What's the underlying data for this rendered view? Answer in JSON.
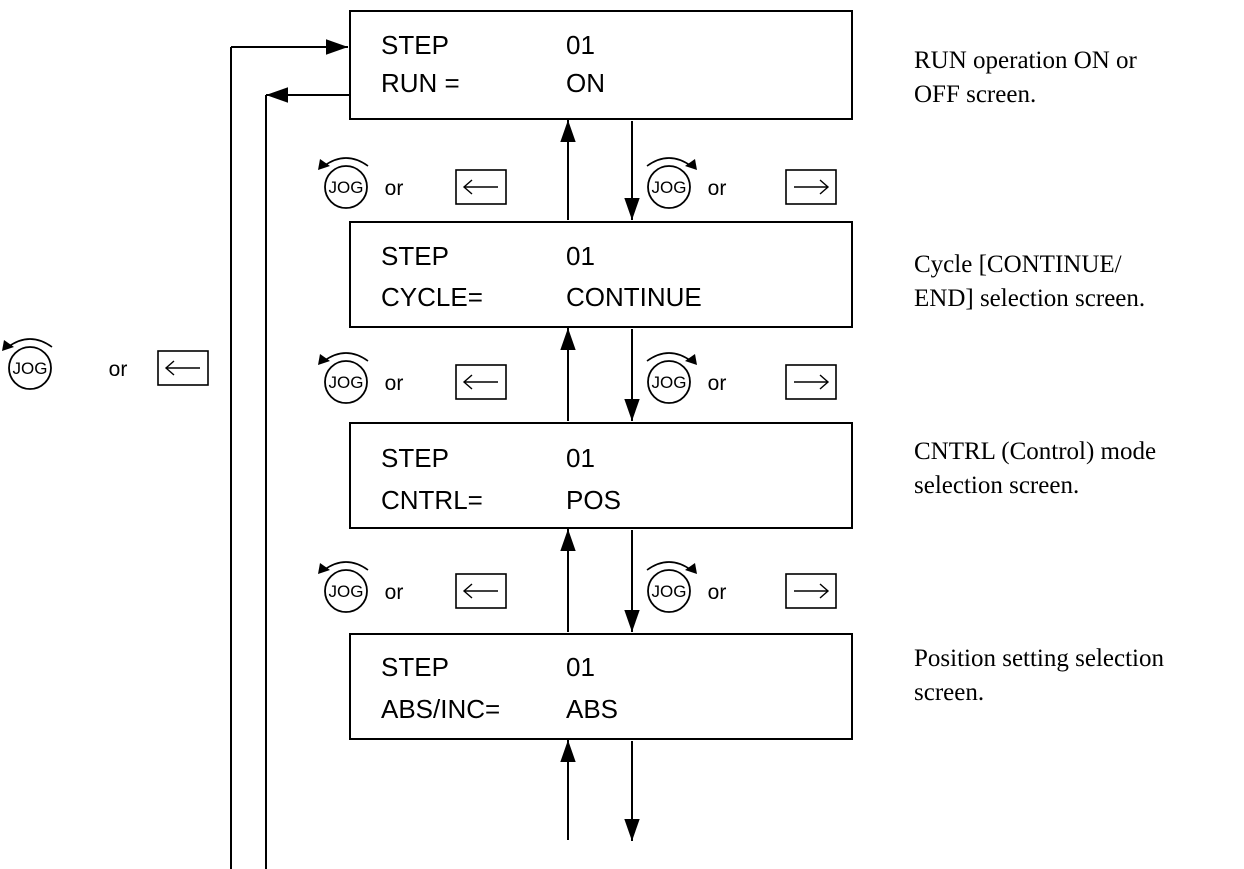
{
  "screens": [
    {
      "label1": "STEP",
      "value1": "01",
      "label2": "RUN =",
      "value2": "ON",
      "caption": [
        "RUN operation ON or",
        "OFF screen."
      ]
    },
    {
      "label1": "STEP",
      "value1": "01",
      "label2": "CYCLE=",
      "value2": "CONTINUE",
      "caption": [
        "Cycle [CONTINUE/",
        "END] selection screen."
      ]
    },
    {
      "label1": "STEP",
      "value1": "01",
      "label2": "CNTRL=",
      "value2": "POS",
      "caption": [
        "CNTRL (Control) mode",
        "selection screen."
      ]
    },
    {
      "label1": "STEP",
      "value1": "01",
      "label2": "ABS/INC=",
      "value2": "ABS",
      "caption": [
        "Position setting selection",
        "screen."
      ]
    }
  ],
  "controls": {
    "jog_label": "JOG",
    "or_label": "or",
    "left_key_icon": "left-arrow-key-icon",
    "right_key_icon": "right-arrow-key-icon",
    "jog_ccw_icon": "jog-dial-counterclockwise-icon",
    "jog_cw_icon": "jog-dial-clockwise-icon"
  }
}
